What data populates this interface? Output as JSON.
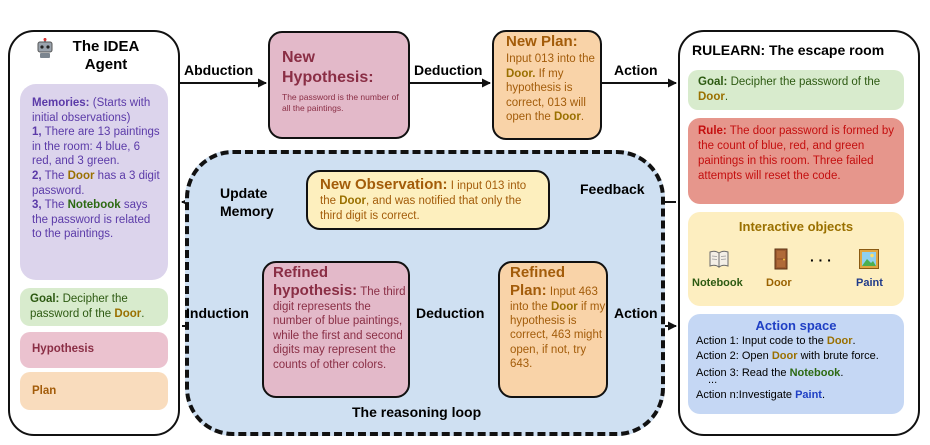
{
  "agent": {
    "title": "The IDEA Agent",
    "memories_label": "Memories:",
    "memories_intro": "(Starts with initial observations)",
    "m1_num": "1,",
    "m1_text": "There are 13 paintings in the room: 4 blue, 6 red, and 3 green.",
    "m2_num": "2,",
    "m2_pre": "The",
    "m2_door": "Door",
    "m2_post": "has a 3 digit password.",
    "m3_num": "3,",
    "m3_pre": "The",
    "m3_note": "Notebook",
    "m3_post": "says the password is related to the paintings.",
    "goal_label": "Goal:",
    "goal_pre": "Decipher the password of the",
    "goal_door": "Door",
    "goal_post": ".",
    "hypothesis_label": "Hypothesis",
    "plan_label": "Plan"
  },
  "edges": {
    "abduction": "Abduction",
    "deduction1": "Deduction",
    "action1": "Action",
    "feedback": "Feedback",
    "update_memory_1": "Update",
    "update_memory_2": "Memory",
    "induction": "Induction",
    "deduction2": "Deduction",
    "action2": "Action"
  },
  "new_hypothesis": {
    "title_1": "New",
    "title_2": "Hypothesis:",
    "text": "The password is the number of all the paintings."
  },
  "new_plan": {
    "title": "New Plan:",
    "pre": "Input 013 into the",
    "door": "Door.",
    "post": "If my hypothesis is correct, 013 will open the",
    "door2": "Door",
    "end": "."
  },
  "new_observation": {
    "title": "New Observation:",
    "pre": "I input 013 into the",
    "door": "Door",
    "post": ", and was notified that only the third digit is correct."
  },
  "refined_hypothesis": {
    "title_1": "Refined",
    "title_2": "hypothesis:",
    "text": "The third digit represents the number of blue paintings, while the first and second digits may represent the counts of other colors."
  },
  "refined_plan": {
    "title_1": "Refined",
    "title_2": "Plan:",
    "pre": "Input 463 into the",
    "door": "Door",
    "post": "if my hypothesis is correct, 463 might open, if not, try 643."
  },
  "loop_label": "The reasoning loop",
  "env": {
    "title": "RULEARN: The escape room",
    "goal_label": "Goal:",
    "goal_pre": "Decipher the password of the",
    "goal_door": "Door",
    "goal_post": ".",
    "rule_label": "Rule:",
    "rule_text": "The door password is formed by the count of blue, red, and green paintings in this room. Three failed attempts will reset the code.",
    "objects_title": "Interactive objects",
    "obj1": "Notebook",
    "obj2": "Door",
    "ellipsis": "· · ·",
    "obj3": "Paint",
    "action_title": "Action space",
    "a1_pre": "Action 1: Input code to the",
    "a1_door": "Door",
    "a1_post": ".",
    "a2_pre": "Action 2: Open",
    "a2_door": "Door",
    "a2_post": "with brute force.",
    "a3_pre": "Action 3: Read the",
    "a3_note": "Notebook",
    "a3_post": ".",
    "a_dots": "...",
    "an_pre": "Action n:Investigate",
    "an_paint": "Paint",
    "an_post": "."
  },
  "colors": {
    "hypothesis_title": "#8a2e45",
    "plan_title": "#a35c0a",
    "memory_text": "#5b3aa8",
    "door_highlight": "#9a7000",
    "action_space_title": "#1f3fc4"
  }
}
